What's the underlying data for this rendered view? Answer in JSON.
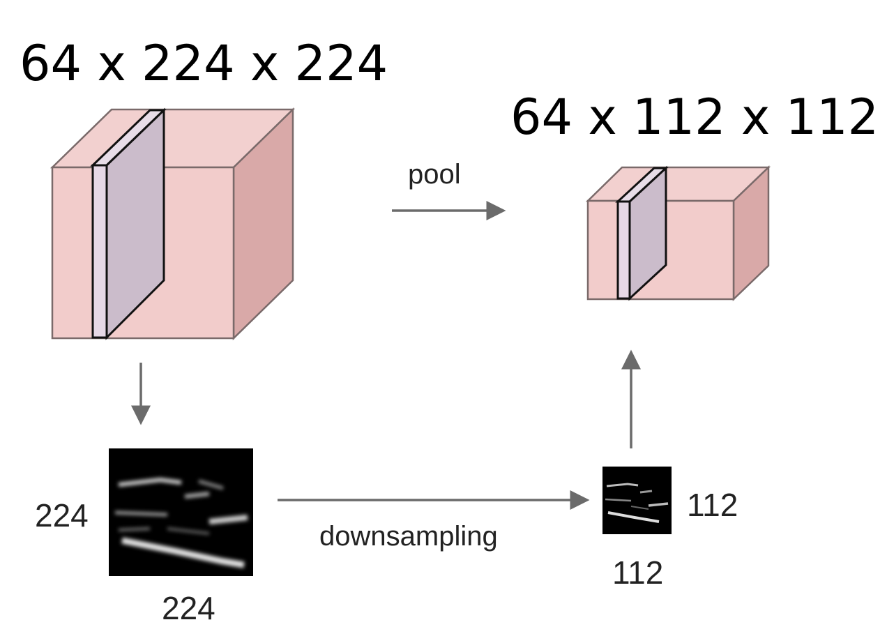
{
  "input_volume": {
    "dims_label": "64 x 224 x 224",
    "face_color": "#f2cccb",
    "top_color": "#f2d0cf",
    "side_color": "#d9a9a8"
  },
  "output_volume": {
    "dims_label": "64 x 112 x 112",
    "face_color": "#f2cccb",
    "top_color": "#f2d0cf",
    "side_color": "#d9a9a8"
  },
  "slice_color": "#cbbccb",
  "arrow_color": "#6b6b6b",
  "operations": {
    "pool_label": "pool",
    "downsampling_label": "downsampling"
  },
  "input_slice": {
    "height_label": "224",
    "width_label": "224"
  },
  "output_slice": {
    "height_label": "112",
    "width_label": "112"
  }
}
